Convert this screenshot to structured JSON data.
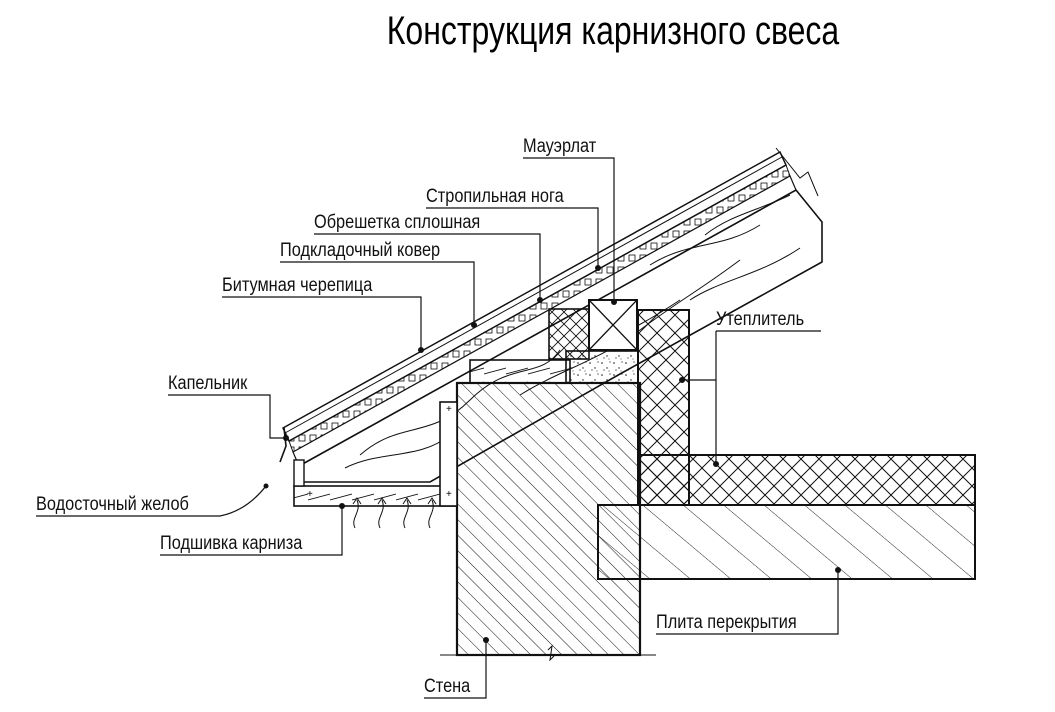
{
  "title": "Конструкция карнизного свеса",
  "labels": {
    "mauerlat": "Мауэрлат",
    "rafter": "Стропильная нога",
    "sheathing": "Обрешетка сплошная",
    "underlay": "Подкладочный ковер",
    "shingles": "Битумная черепица",
    "insulation": "Утеплитель",
    "drip_edge": "Капельник",
    "gutter": "Водосточный желоб",
    "soffit": "Подшивка карниза",
    "slab": "Плита перекрытия",
    "wall": "Стена"
  }
}
